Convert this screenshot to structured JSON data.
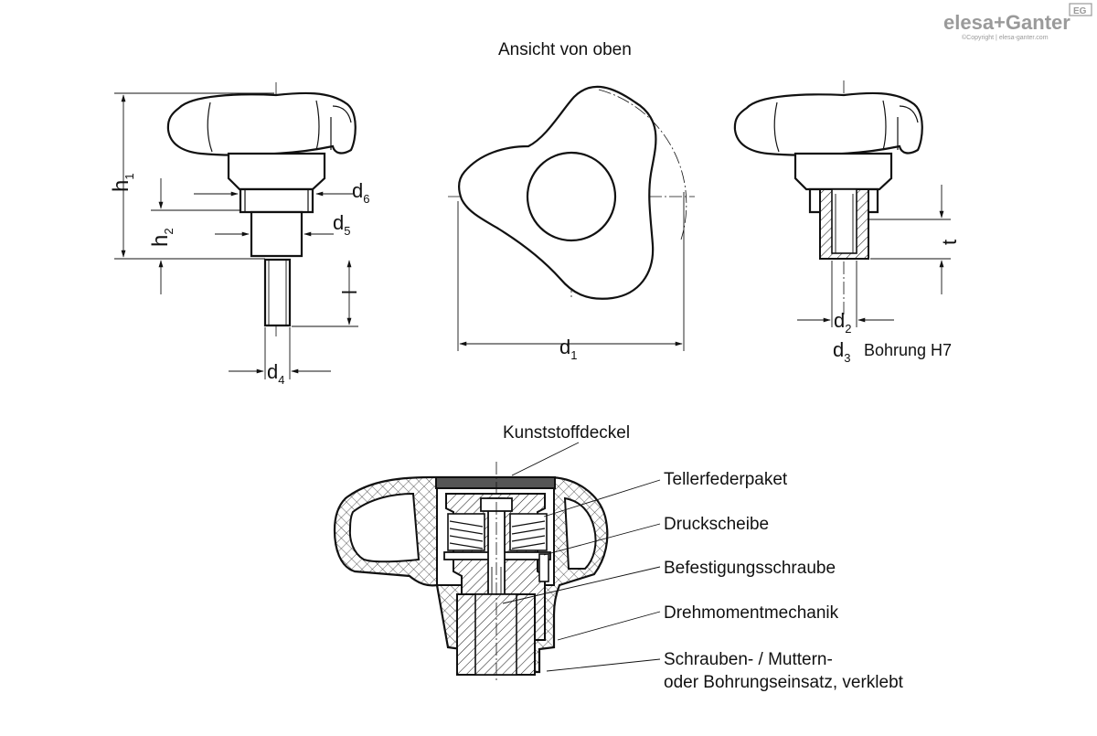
{
  "brand": {
    "logo_text": "elesa+Ganter",
    "badge": "EG",
    "copyright": "©Copyright | elesa-ganter.com"
  },
  "views": {
    "top_view_title": "Ansicht von oben"
  },
  "dimensions": {
    "h1": {
      "main": "h",
      "sub": "1"
    },
    "h2": {
      "main": "h",
      "sub": "2"
    },
    "d6": {
      "main": "d",
      "sub": "6"
    },
    "d5": {
      "main": "d",
      "sub": "5"
    },
    "d4": {
      "main": "d",
      "sub": "4"
    },
    "l": {
      "main": "l",
      "sub": ""
    },
    "d1": {
      "main": "d",
      "sub": "1"
    },
    "t": {
      "main": "t",
      "sub": ""
    },
    "d2": {
      "main": "d",
      "sub": "2"
    },
    "d3": {
      "main": "d",
      "sub": "3"
    },
    "bore": "Bohrung H7"
  },
  "section_labels": {
    "cover": "Kunststoffdeckel",
    "springs": "Tellerfederpaket",
    "washer": "Druckscheibe",
    "screw": "Befestigungsschraube",
    "torque": "Drehmomentmechanik",
    "insert_line1": "Schrauben- / Muttern-",
    "insert_line2": "oder Bohrungseinsatz, verklebt"
  }
}
